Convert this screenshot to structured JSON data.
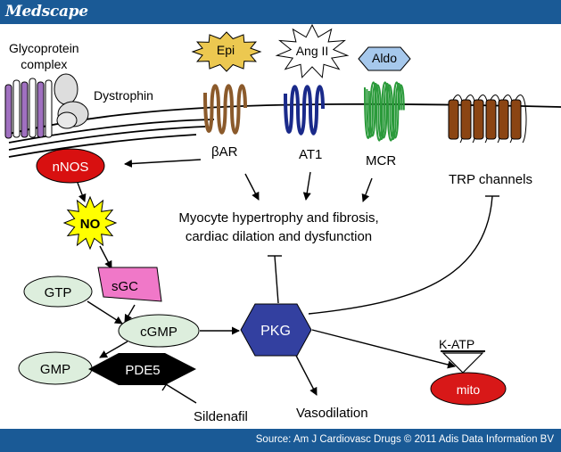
{
  "header": {
    "brand": "Medscape"
  },
  "footer": {
    "source": "Source: Am J Cardiovasc Drugs © 2011 Adis Data Information BV"
  },
  "colors": {
    "banner": "#1a5a96",
    "nnos": "#d81010",
    "no": "#ffff00",
    "sgc": "#f078c8",
    "pale_green": "#ddeedd",
    "pkg": "#3340a0",
    "pde5": "#000000",
    "mito": "#d81818",
    "epi": "#ecc850",
    "aldo": "#a6c8ec",
    "beta_receptor": "#8b5a2b",
    "at1_receptor": "#1a2a8a",
    "mcr_receptor": "#2a9a3a",
    "trp": "#8b4513",
    "glycoprotein": "#a070c0"
  },
  "diagram": {
    "glycoprotein_complex": "Glycoprotein\ncomplex",
    "dystrophin": "Dystrophin",
    "ligands": {
      "epi": "Epi",
      "ang2": "Ang II",
      "aldo": "Aldo"
    },
    "receptors": {
      "beta_ar": "βAR",
      "at1": "AT1",
      "mcr": "MCR"
    },
    "trp": "TRP channels",
    "nnos": "nNOS",
    "no": "NO",
    "sgc": "sGC",
    "gtp": "GTP",
    "cgmp": "cGMP",
    "gmp": "GMP",
    "pde5": "PDE5",
    "pkg": "PKG",
    "katp": "K-ATP",
    "mito": "mito",
    "outcome": "Myocyte hypertrophy and fibrosis,\ncardiac dilation and dysfunction",
    "vasodilation": "Vasodilation",
    "sildenafil": "Sildenafil"
  }
}
